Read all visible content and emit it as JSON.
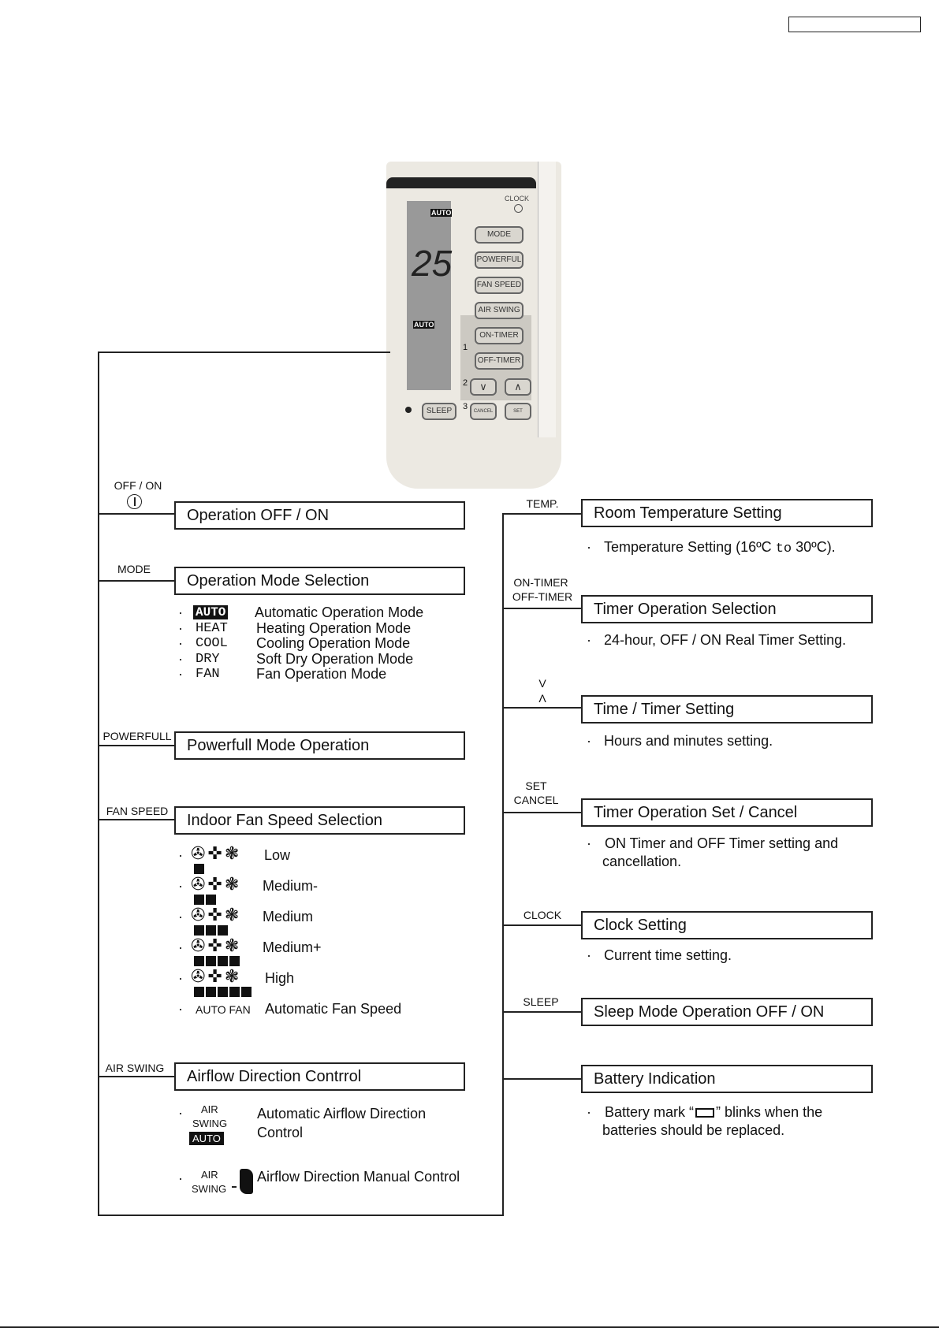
{
  "remote": {
    "display_mode": "AUTO",
    "display_temp": "25",
    "display_auto": "AUTO",
    "buttons": {
      "clock": "CLOCK",
      "mode": "MODE",
      "powerful": "POWERFUL",
      "fan_speed": "FAN SPEED",
      "air_swing": "AIR SWING",
      "on_timer": "ON-TIMER",
      "off_timer": "OFF-TIMER",
      "down": "∨",
      "up": "∧",
      "sleep": "SLEEP",
      "cancel": "CANCEL",
      "set": "SET",
      "n1": "1",
      "n2": "2",
      "n3": "3"
    }
  },
  "left": {
    "offon": {
      "label": "OFF / ON",
      "icon": "power-icon",
      "box": "Operation OFF / ON"
    },
    "mode": {
      "label": "MODE",
      "box": "Operation Mode Selection",
      "items": [
        {
          "code": "AUTO",
          "desc": "Automatic Operation Mode"
        },
        {
          "code": "HEAT",
          "desc": "Heating Operation Mode"
        },
        {
          "code": "COOL",
          "desc": "Cooling Operation Mode"
        },
        {
          "code": "DRY",
          "desc": "Soft Dry Operation Mode"
        },
        {
          "code": "FAN",
          "desc": "Fan Operation Mode"
        }
      ]
    },
    "powerful": {
      "label": "POWERFULL",
      "box": "Powerfull Mode Operation"
    },
    "fan": {
      "label": "FAN SPEED",
      "box": "Indoor Fan Speed Selection",
      "items": [
        {
          "desc": "Low",
          "bars": 1
        },
        {
          "desc": "Medium-",
          "bars": 2
        },
        {
          "desc": "Medium",
          "bars": 3
        },
        {
          "desc": "Medium+",
          "bars": 4
        },
        {
          "desc": "High",
          "bars": 5
        }
      ],
      "auto_code": "AUTO FAN",
      "auto_desc": "Automatic Fan Speed"
    },
    "swing": {
      "label": "AIR SWING",
      "box": "Airflow Direction Contrrol",
      "auto_code_1": "AIR",
      "auto_code_2": "SWING",
      "auto_code_3": "AUTO",
      "auto_desc_1": "Automatic Airflow Direction",
      "auto_desc_2": "Control",
      "manual_code_1": "AIR",
      "manual_code_2": "SWING",
      "manual_desc": "Airflow Direction Manual Control"
    }
  },
  "right": {
    "temp": {
      "label": "TEMP.",
      "box": "Room Temperature Setting",
      "desc_pre": "Temperature Setting (16ºC ",
      "desc_to": "to",
      "desc_post": " 30ºC)."
    },
    "timer": {
      "label1": "ON-TIMER",
      "label2": "OFF-TIMER",
      "box": "Timer Operation Selection",
      "desc": "24-hour, OFF / ON Real Timer Setting."
    },
    "time": {
      "label1": "V",
      "label2": "Λ",
      "box": "Time / Timer Setting",
      "desc": "Hours and minutes setting."
    },
    "setcancel": {
      "label1": "SET",
      "label2": "CANCEL",
      "box": "Timer Operation Set / Cancel",
      "desc1": "ON Timer and OFF Timer setting and",
      "desc2": "cancellation."
    },
    "clock": {
      "label": "CLOCK",
      "box": "Clock Setting",
      "desc": "Current time setting."
    },
    "sleep": {
      "label": "SLEEP",
      "box": "Sleep Mode Operation OFF / ON"
    },
    "battery": {
      "box": "Battery Indication",
      "desc1_pre": "Battery mark “",
      "desc1_post": "” blinks when the",
      "desc2": "batteries should be replaced."
    }
  },
  "bullet": "·"
}
